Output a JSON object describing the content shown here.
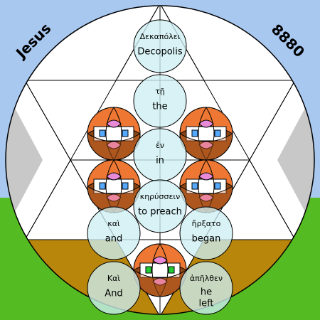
{
  "colors": {
    "sky": "#a8c8f0",
    "grass": "#55bb22",
    "earth": "#b8860b",
    "wedge": "#c8c8c8",
    "circle_fill": "#cdeef2",
    "face_orange": "#ee7733",
    "face_pink": "#e88ad8",
    "face_brown": "#8b4513",
    "face_blue": "#55aaff",
    "face_green": "#22cc33"
  },
  "corner_left": "Jesus",
  "corner_right": "8880",
  "words": [
    {
      "greek": "Δεκαπόλει",
      "english": "Decopolis"
    },
    {
      "greek": "τῇ",
      "english": "the"
    },
    {
      "greek": "ἐν",
      "english": "in"
    },
    {
      "greek": "κηρύσσειν",
      "english": "to preach"
    },
    {
      "greek": "καὶ",
      "english": "and"
    },
    {
      "greek": "ἤρξατο",
      "english": "began"
    },
    {
      "greek": "Καὶ",
      "english": "And"
    },
    {
      "greek": "ἀπῆλθεν",
      "english": "he",
      "english2": "left"
    }
  ],
  "faces": [
    {
      "eye_icon": "blue-eye-icon"
    },
    {
      "eye_icon": "blue-eye-icon"
    },
    {
      "eye_icon": "blue-eye-icon"
    },
    {
      "eye_icon": "blue-eye-icon"
    },
    {
      "eye_icon": "green-eye-icon"
    }
  ]
}
